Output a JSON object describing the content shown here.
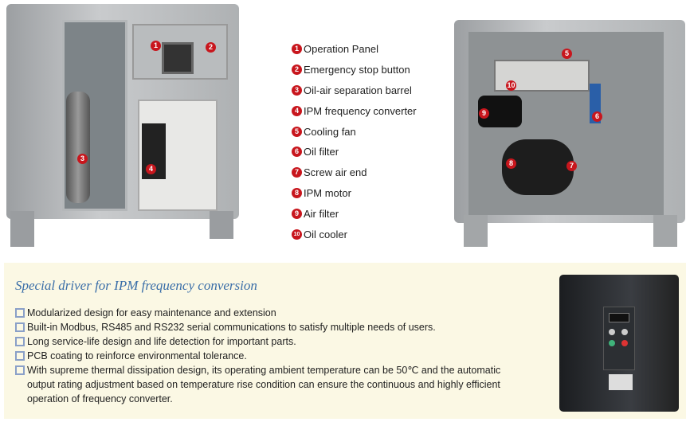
{
  "legend": [
    {
      "num": "1",
      "label": "Operation Panel"
    },
    {
      "num": "2",
      "label": "Emergency stop button"
    },
    {
      "num": "3",
      "label": "Oil-air separation barrel"
    },
    {
      "num": "4",
      "label": "IPM frequency converter"
    },
    {
      "num": "5",
      "label": "Cooling fan"
    },
    {
      "num": "6",
      "label": "Oil filter"
    },
    {
      "num": "7",
      "label": "Screw air end"
    },
    {
      "num": "8",
      "label": "IPM motor"
    },
    {
      "num": "9",
      "label": "Air filter"
    },
    {
      "num": "10",
      "label": "Oil cooler"
    }
  ],
  "section_title": "Special driver for IPM frequency conversion",
  "features": [
    "Modularized design for easy maintenance and extension",
    "Built-in Modbus, RS485 and RS232 serial communications to satisfy multiple needs of users.",
    "Long service-life design and life detection for important parts.",
    "PCB coating to reinforce environmental tolerance.",
    "With supreme thermal dissipation design, its operating ambient temperature can be 50℃ and the automatic output rating adjustment based on temperature rise condition can ensure the continuous and highly efficient operation of frequency converter."
  ],
  "colors": {
    "marker": "#c8161d",
    "title": "#3a6ea8",
    "panel_bg": "#fbf8e4"
  }
}
